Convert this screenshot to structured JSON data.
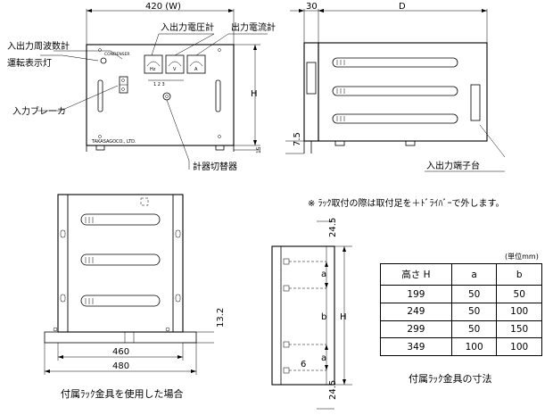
{
  "front_view": {
    "width_dim": "420 (W)",
    "labels": {
      "input_freq_meter": "入出力周波数計",
      "input_voltage_meter": "入出力電圧計",
      "output_current_meter": "出力電流計",
      "operation_lamp": "運転表示灯",
      "input_breaker": "入力ブレーカ",
      "meter_switch": "計器切替器"
    },
    "height_dim": "H",
    "bottom_dim": "7.5",
    "foot_dim": "15",
    "brand_text": "CO., LTD."
  },
  "side_view": {
    "depth_dim_left": "30",
    "depth_dim": "D",
    "terminal_label": "入出力端子台"
  },
  "note": "※ ﾗｯｸ取付の際は取付足を＋ﾄﾞﾗｲﾊﾞｰで外します。",
  "rack_front": {
    "dim_132": "13.2",
    "dim_460": "460",
    "dim_480": "480",
    "caption": "付属ﾗｯｸ金具を使用した場合"
  },
  "rack_side": {
    "top_dim": "24.5",
    "bottom_dim": "24.5",
    "a_label": "a",
    "b_label": "b",
    "h_label": "H",
    "six_label": "6"
  },
  "table": {
    "unit": "(単位mm)",
    "headers": [
      "高さ H",
      "a",
      "b"
    ],
    "rows": [
      [
        "199",
        "50",
        "50"
      ],
      [
        "249",
        "50",
        "100"
      ],
      [
        "299",
        "50",
        "150"
      ],
      [
        "349",
        "100",
        "100"
      ]
    ],
    "caption": "付属ﾗｯｸ金具の寸法"
  }
}
